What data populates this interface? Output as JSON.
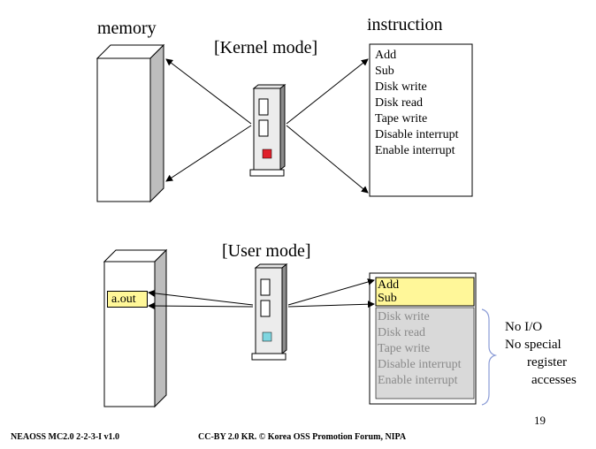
{
  "kernel": {
    "memory_label": "memory",
    "instruction_label": "instruction",
    "mode_label": "[Kernel mode]",
    "instructions": [
      "Add",
      "Sub",
      "Disk write",
      "Disk read",
      "Tape write",
      "Disable interrupt",
      "Enable interrupt"
    ],
    "indicator_color": "#e0202a"
  },
  "user": {
    "mode_label": "[User  mode]",
    "program_label": "a.out",
    "allowed_instructions": [
      "Add",
      "Sub"
    ],
    "restricted_instructions": [
      "Disk write",
      "Disk read",
      "Tape write",
      "Disable interrupt",
      "Enable interrupt"
    ],
    "restriction_notes": [
      "No I/O",
      "No special",
      "register",
      "accesses"
    ],
    "indicator_color": "#7fd6e0",
    "highlight_color": "#fff799",
    "disabled_color": "#d9d9d9"
  },
  "footer": {
    "left": "NEAOSS MC2.0 2-2-3-I v1.0",
    "center": "CC-BY 2.0 KR. © Korea OSS Promotion Forum, NIPA",
    "page_number": "19"
  }
}
